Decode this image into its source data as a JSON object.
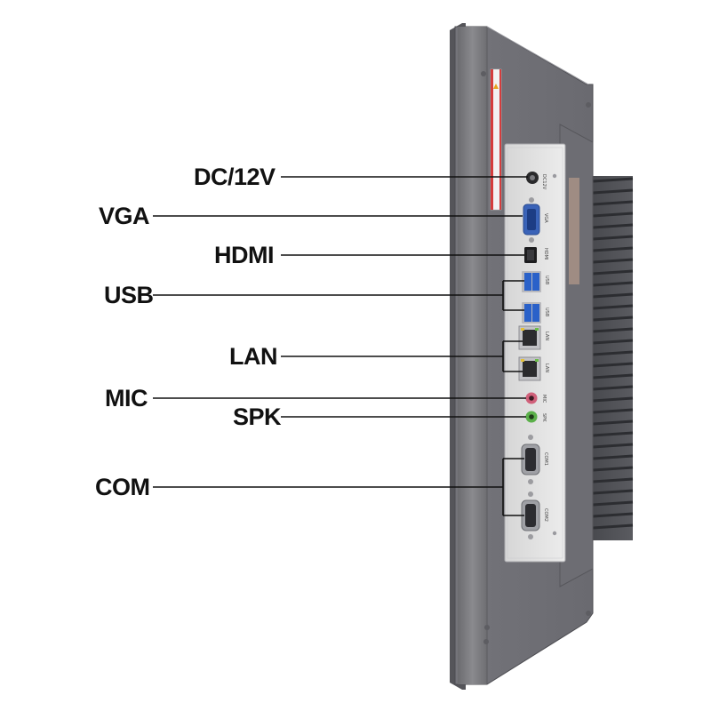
{
  "labels": {
    "dc": "DC/12V",
    "vga": "VGA",
    "hdmi": "HDMI",
    "usb": "USB",
    "lan": "LAN",
    "mic": "MIC",
    "spk": "SPK",
    "com": "COM"
  },
  "port_markings": {
    "dc": "DC12V",
    "vga": "VGA",
    "hdmi": "HDMI",
    "usb1": "USB",
    "usb2": "USB",
    "lan1": "LAN",
    "lan2": "LAN",
    "mic": "MIC",
    "spk": "SPK",
    "com1": "COM1",
    "com2": "COM2"
  },
  "colors": {
    "chassis": "#7b7b7f",
    "io_panel": "#e4e4e4",
    "usb_blue": "#2a61c9",
    "vga_blue": "#3a63b8",
    "mic_pink": "#d0607a",
    "spk_green": "#5bb04a",
    "label_text": "#111111"
  }
}
